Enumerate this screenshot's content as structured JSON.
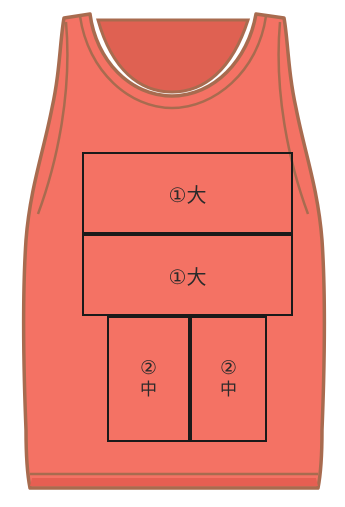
{
  "colors": {
    "vest_fill": "#f47264",
    "vest_outline": "#a86b4f",
    "vest_inner_shade": "#e65f52",
    "vest_neck_inside": "#df6152",
    "panel_border": "#1a1a1a",
    "label_text": "#2b2b2b"
  },
  "illustration": {
    "icon": "tank-top-vest-icon"
  },
  "panels": {
    "large_1": {
      "label": "①大"
    },
    "large_2": {
      "label": "①大"
    },
    "medium_1": {
      "number": "②",
      "size": "中"
    },
    "medium_2": {
      "number": "②",
      "size": "中"
    }
  }
}
